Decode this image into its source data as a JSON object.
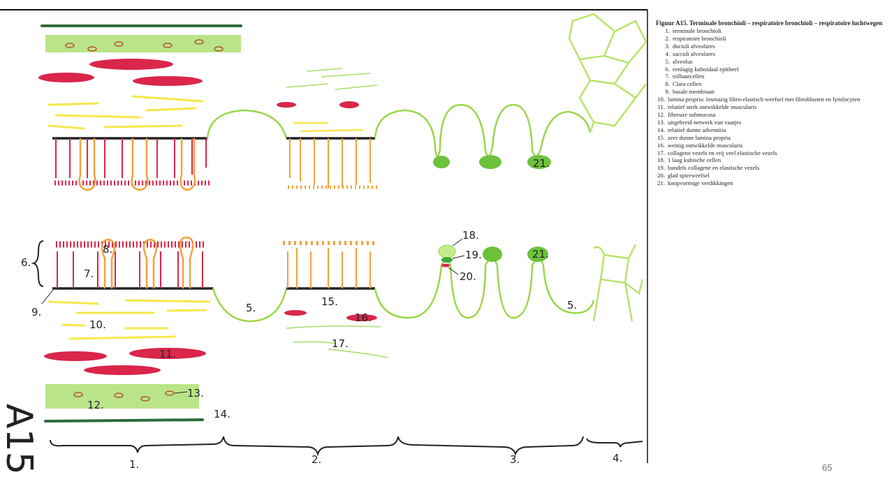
{
  "legend": {
    "title": "Figuur A15. Terminale bronchioli – respiratoire bronchioli – respiratoire luchtwegen",
    "items": [
      {
        "num": "1.",
        "text": "terminale bronchioli"
      },
      {
        "num": "2.",
        "text": "respiratoire bronchioli"
      },
      {
        "num": "3.",
        "text": "ductuli alveolares"
      },
      {
        "num": "4.",
        "text": "sacculi alveolares"
      },
      {
        "num": "5.",
        "text": "alveolus"
      },
      {
        "num": "6.",
        "text": "eenlagig kuboidaal epitheel"
      },
      {
        "num": "7.",
        "text": "trilhaarcellen"
      },
      {
        "num": "8.",
        "text": "Clara cellen"
      },
      {
        "num": "9.",
        "text": "basale membraan"
      },
      {
        "num": "10.",
        "text": "lamina propria: losmazig fibro-elastisch weefsel met fibroblasten en lymfocyten"
      },
      {
        "num": "11.",
        "text": "relatief sterk ontwikkelde muscularis"
      },
      {
        "num": "12.",
        "text": "fibreuze submucosa"
      },
      {
        "num": "13.",
        "text": "uitgebreid netwerk van vaatjes"
      },
      {
        "num": "14.",
        "text": "relatief dunne adventitia"
      },
      {
        "num": "15.",
        "text": "zeer dunne lamina propria"
      },
      {
        "num": "16.",
        "text": "weinig ontwikkelde muscularis"
      },
      {
        "num": "17.",
        "text": "collagene vezels en vrij veel elastische vezels"
      },
      {
        "num": "18.",
        "text": "1 laag kubische cellen"
      },
      {
        "num": "19.",
        "text": "bundels collagene en elastische vezels"
      },
      {
        "num": "20.",
        "text": "glad spierweefsel"
      },
      {
        "num": "21.",
        "text": "knopvormige verdikkingen"
      }
    ]
  },
  "figure": {
    "code": "A15",
    "labels": {
      "l5a": "5.",
      "l5b": "5.",
      "l6": "6.",
      "l7": "7.",
      "l8": "8.",
      "l9": "9.",
      "l10": "10.",
      "l11": "11.",
      "l12": "12.",
      "l13": "13.",
      "l14": "14.",
      "l15": "15.",
      "l16": "16.",
      "l17": "17.",
      "l18": "18.",
      "l19": "19.",
      "l20": "20.",
      "l21a": "21.",
      "l21b": "21."
    },
    "sections": [
      "1.",
      "2.",
      "3.",
      "4."
    ]
  },
  "colors": {
    "green": "#9bd64a",
    "red": "#d9264a",
    "yellow": "#f5e84a",
    "orange": "#f2a23a",
    "dark_green": "#2f6b3a"
  },
  "page_number": "65"
}
